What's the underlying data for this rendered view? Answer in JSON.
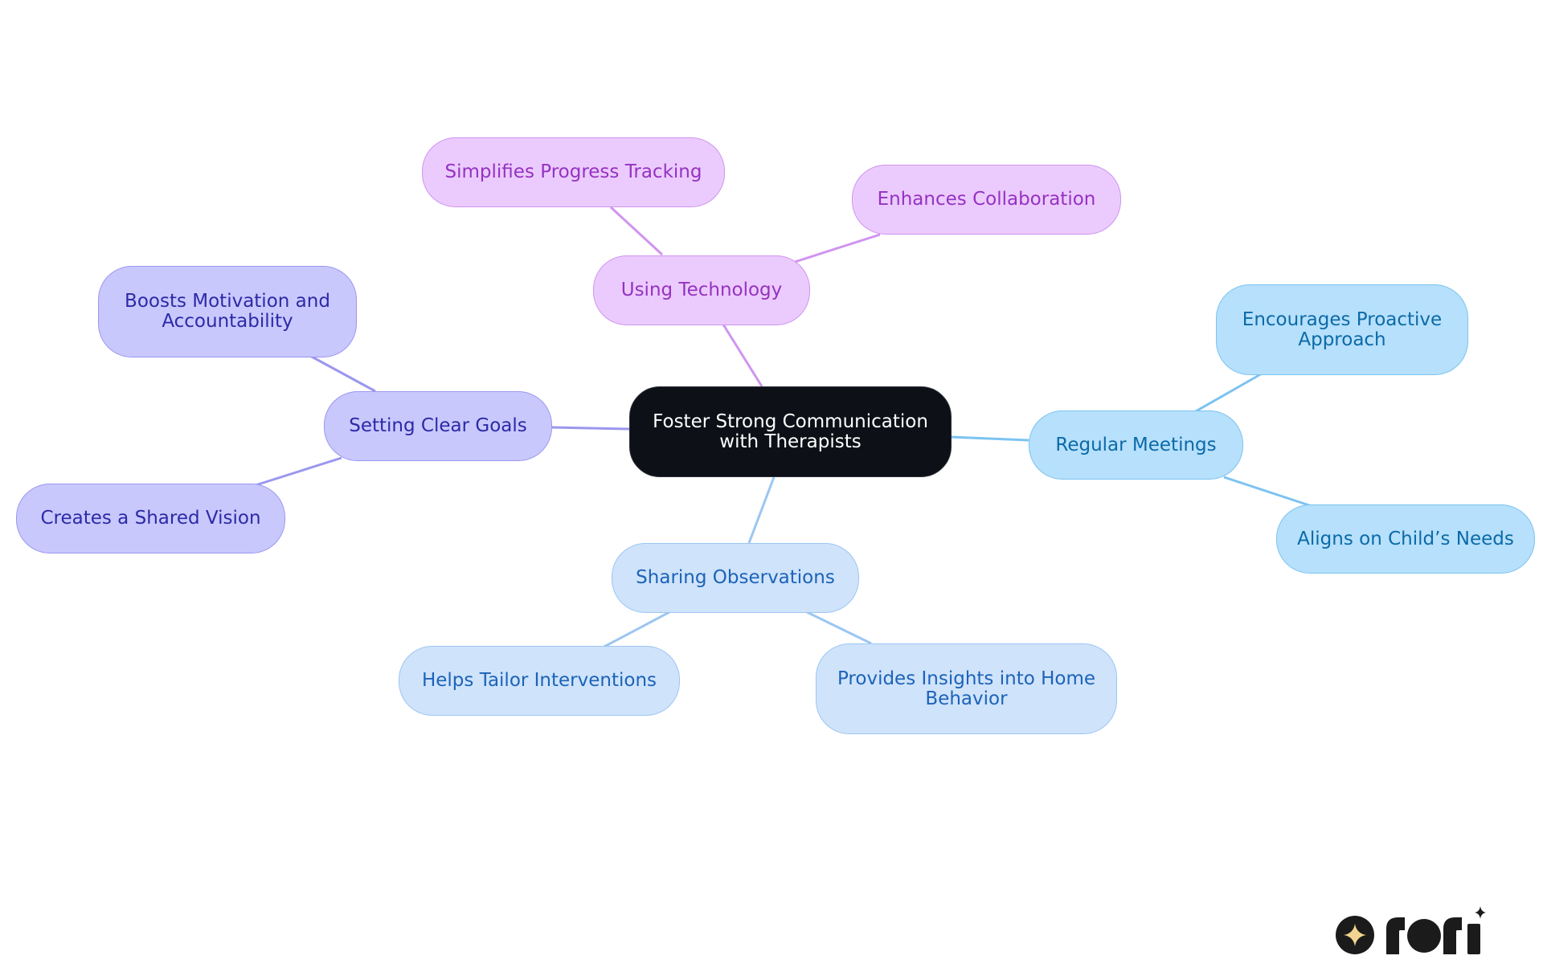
{
  "diagram": {
    "center": {
      "label": "Foster Strong Communication\nwith Therapists"
    },
    "branches": [
      {
        "id": "regular-meetings",
        "label": "Regular Meetings",
        "color": "#7cc3f1",
        "children": [
          {
            "label": "Encourages Proactive\nApproach"
          },
          {
            "label": "Aligns on Child’s Needs"
          }
        ]
      },
      {
        "id": "sharing-observations",
        "label": "Sharing Observations",
        "color": "#9cc6f2",
        "children": [
          {
            "label": "Helps Tailor Interventions"
          },
          {
            "label": "Provides Insights into Home\nBehavior"
          }
        ]
      },
      {
        "id": "setting-clear-goals",
        "label": "Setting Clear Goals",
        "color": "#9b97ef",
        "children": [
          {
            "label": "Boosts Motivation and\nAccountability"
          },
          {
            "label": "Creates a Shared Vision"
          }
        ]
      },
      {
        "id": "using-technology",
        "label": "Using Technology",
        "color": "#cf94f0",
        "children": [
          {
            "label": "Simplifies Progress Tracking"
          },
          {
            "label": "Enhances Collaboration"
          }
        ]
      }
    ]
  },
  "logo": {
    "text": "rori",
    "icon": "sparkle-icon"
  }
}
